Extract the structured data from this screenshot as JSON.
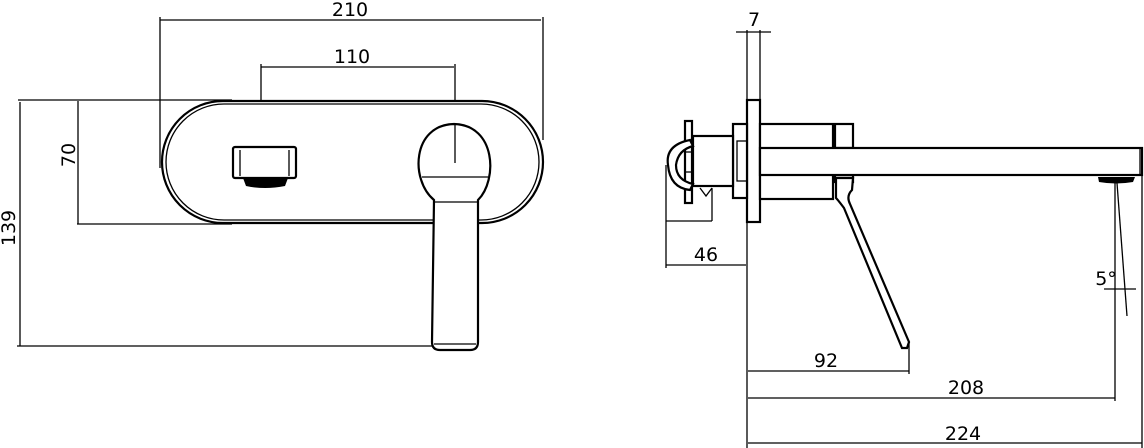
{
  "front_view": {
    "dimensions": {
      "overall_width": "210",
      "outlet_spacing": "110",
      "plate_height": "70",
      "overall_height": "139"
    }
  },
  "side_view": {
    "dimensions": {
      "plate_thickness": "7",
      "rear_depth": "46",
      "handle_projection": "92",
      "spout_to_outlet": "208",
      "spout_projection": "224",
      "outlet_angle": "5°"
    }
  }
}
